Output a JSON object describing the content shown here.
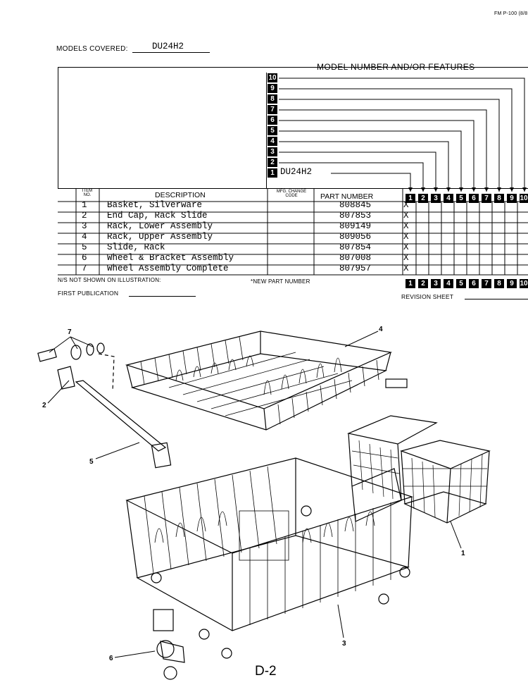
{
  "form_code": "FM P-100 (8/8",
  "models_covered_label": "MODELS COVERED:",
  "models_covered_value": "DU24H2",
  "model_features_title": "MODEL NUMBER AND/OR FEATURES",
  "model_numbers": [
    "10",
    "9",
    "8",
    "7",
    "6",
    "5",
    "4",
    "3",
    "2",
    "1"
  ],
  "model_1_value": "DU24H2",
  "columns": {
    "item_no": "ITEM NO.",
    "description": "DESCRIPTION",
    "mfg_change_code": "MFG. CHANGE CODE",
    "part_number": "PART NUMBER"
  },
  "feature_columns": [
    "1",
    "2",
    "3",
    "4",
    "5",
    "6",
    "7",
    "8",
    "9",
    "10"
  ],
  "parts": [
    {
      "item": "1",
      "description": "Basket, Silverware",
      "part": "808845",
      "mark": "X"
    },
    {
      "item": "2",
      "description": "End Cap, Rack Slide",
      "part": "807853",
      "mark": "X"
    },
    {
      "item": "3",
      "description": "Rack, Lower Assembly",
      "part": "809149",
      "mark": "X"
    },
    {
      "item": "4",
      "description": "Rack, Upper Assembly",
      "part": "809056",
      "mark": "X"
    },
    {
      "item": "5",
      "description": "Slide, Rack",
      "part": "807854",
      "mark": "X"
    },
    {
      "item": "6",
      "description": "Wheel & Bracket Assembly",
      "part": "807008",
      "mark": "X"
    },
    {
      "item": "7",
      "description": "Wheel Assembly Complete",
      "part": "807957",
      "mark": "X"
    }
  ],
  "ns_note": "N/S NOT SHOWN ON ILLUSTRATION:",
  "new_part_note": "*NEW PART NUMBER",
  "first_publication": "FIRST PUBLICATION",
  "revision_sheet": "REVISION SHEET",
  "diagram_callouts": [
    "7",
    "2",
    "5",
    "4",
    "1",
    "3",
    "6"
  ],
  "diagram_id": "D-2"
}
